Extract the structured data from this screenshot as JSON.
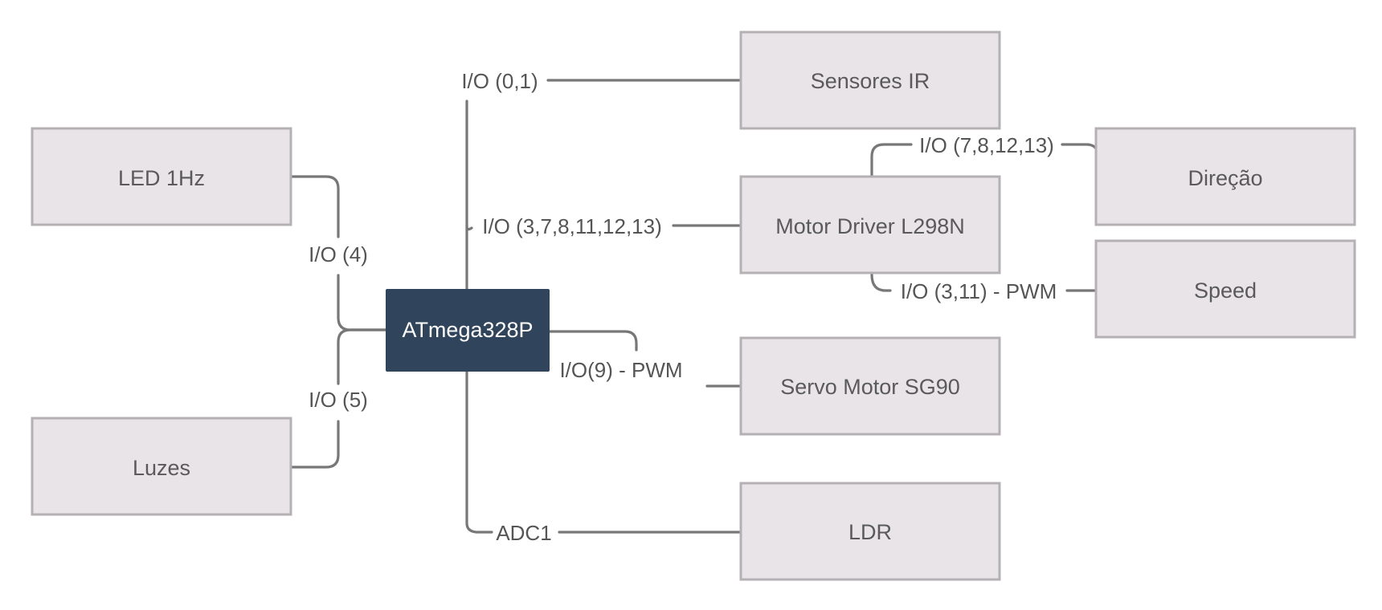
{
  "hub": {
    "label": "ATmega328P"
  },
  "blocks": {
    "sensores_ir": "Sensores IR",
    "motor_driver": "Motor Driver L298N",
    "direcao": "Direção",
    "speed": "Speed",
    "servo": "Servo Motor SG90",
    "ldr": "LDR",
    "led": "LED 1Hz",
    "luzes": "Luzes"
  },
  "connections": {
    "sensores_ir": "I/O (0,1)",
    "motor_driver": "I/O (3,7,8,11,12,13)",
    "direcao": "I/O (7,8,12,13)",
    "speed": "I/O (3,11) - PWM",
    "servo": "I/O(9) - PWM",
    "ldr": "ADC1",
    "led": "I/O (4)",
    "luzes": "I/O (5)"
  },
  "colors": {
    "hub_fill": "#30455c",
    "block_fill": "#e8e4e8",
    "block_border": "#b4b0b4",
    "connector": "#777777"
  }
}
